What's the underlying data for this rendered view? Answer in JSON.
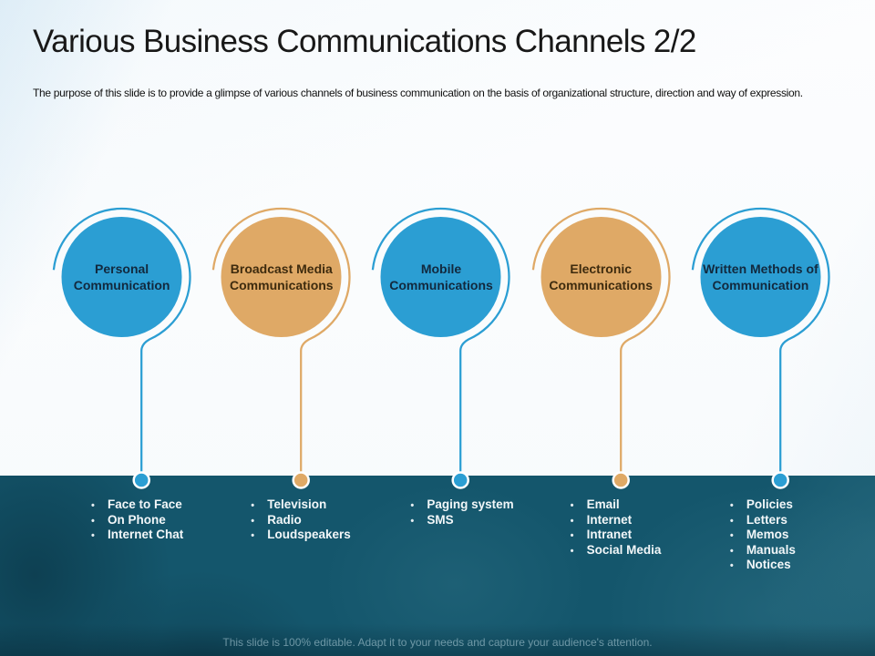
{
  "slide": {
    "title": "Various Business Communications Channels 2/2",
    "subtitle": "The purpose of this slide is to provide a glimpse of various channels of business communication on the basis of organizational structure, direction and way of expression.",
    "footer": "This slide is 100% editable. Adapt it to your needs and capture your audience's attention."
  },
  "colors": {
    "blue": "#2B9ED3",
    "tan": "#DFA966",
    "band": "#14566C",
    "blue_label_text": "#12293E",
    "tan_label_text": "#3E2B0E",
    "list_text": "#F2F7F9"
  },
  "channels": [
    {
      "label": "Personal Communication",
      "color": "blue",
      "items": [
        "Face to Face",
        "On Phone",
        "Internet Chat"
      ]
    },
    {
      "label": "Broadcast Media Communications",
      "color": "tan",
      "items": [
        "Television",
        "Radio",
        "Loudspeakers"
      ]
    },
    {
      "label": "Mobile Communications",
      "color": "blue",
      "items": [
        "Paging system",
        "SMS"
      ]
    },
    {
      "label": "Electronic Communications",
      "color": "tan",
      "items": [
        "Email",
        "Internet",
        "Intranet",
        "Social Media"
      ]
    },
    {
      "label": "Written Methods of Communication",
      "color": "blue",
      "items": [
        "Policies",
        "Letters",
        "Memos",
        "Manuals",
        "Notices"
      ]
    }
  ]
}
